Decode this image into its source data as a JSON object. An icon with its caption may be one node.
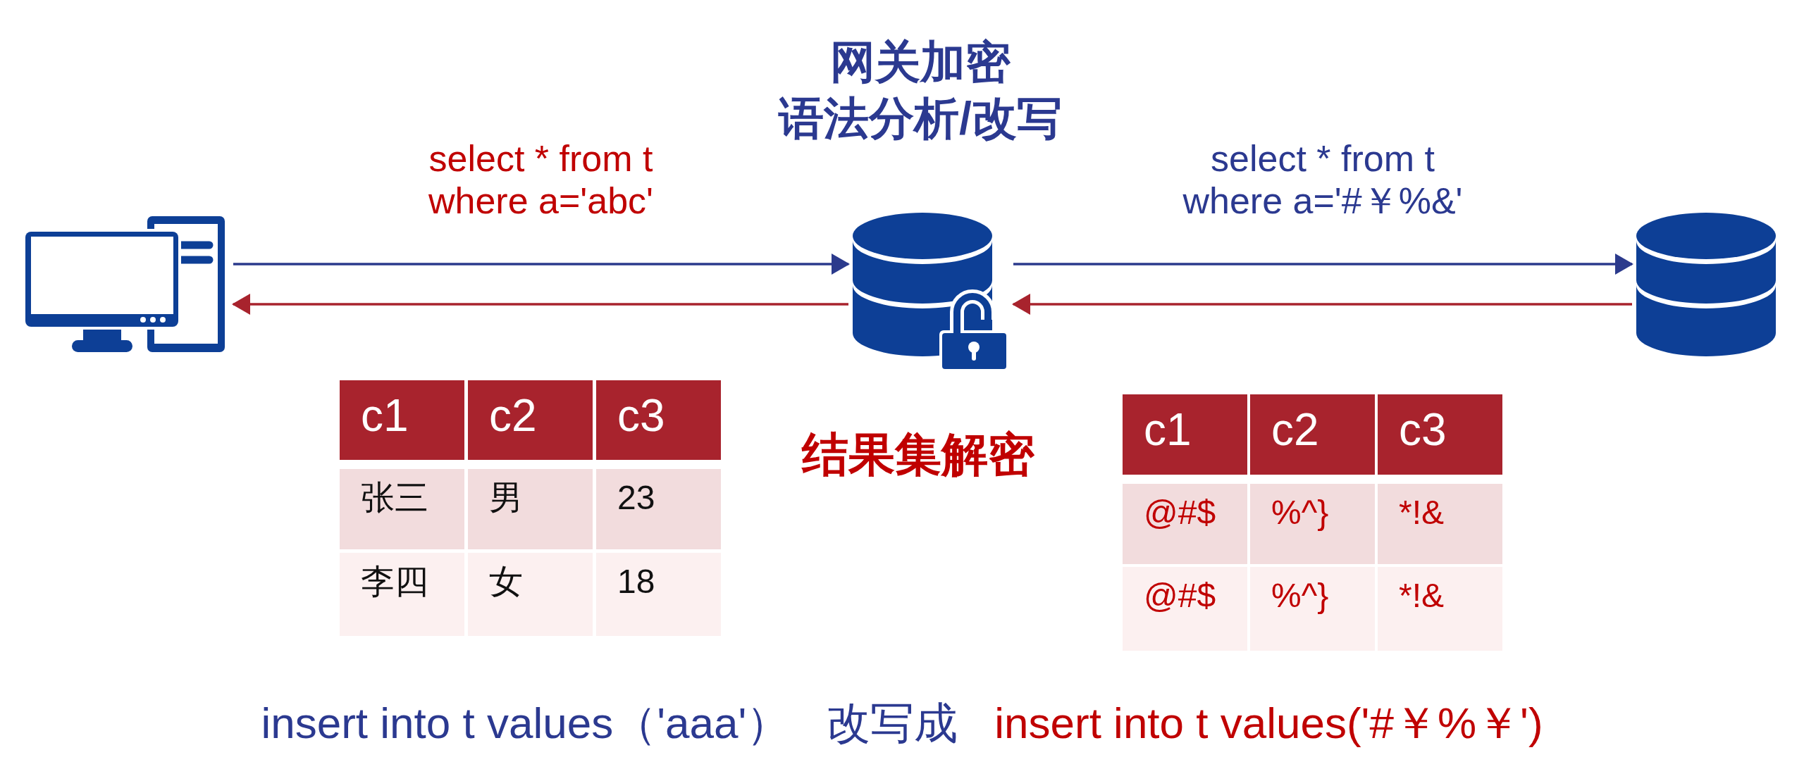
{
  "diagram": {
    "nodes": [
      {
        "text": [],
        "shape": "picture"
      },
      {
        "text": [],
        "shape": "cylinder",
        "beside": [
          "网关加密",
          "语法分析/改写",
          "结果集解密"
        ]
      },
      {
        "text": [],
        "shape": "cylinder"
      }
    ],
    "edges": [
      {
        "from": 0,
        "to": 1,
        "arrow": "to",
        "label": "select * from t where a='abc'",
        "color": "#2b3a8c"
      },
      {
        "from": 1,
        "to": 0,
        "arrow": "to",
        "color": "#a8232d"
      },
      {
        "from": 1,
        "to": 2,
        "arrow": "to",
        "label": "select * from t where a='#￥%&'",
        "color": "#2b3a8c"
      },
      {
        "from": 2,
        "to": 1,
        "arrow": "to",
        "color": "#a8232d"
      }
    ],
    "labels": [
      "c1",
      "c2",
      "c3",
      "张三",
      "男",
      "23",
      "李四",
      "女",
      "18",
      "c1",
      "c2",
      "c3",
      "@#$",
      "%^}",
      "*!&",
      "@#$",
      "%^}",
      "*!&",
      "insert into t values（'aaa'）",
      "改写成",
      "insert into t values('#￥%￥')"
    ]
  }
}
